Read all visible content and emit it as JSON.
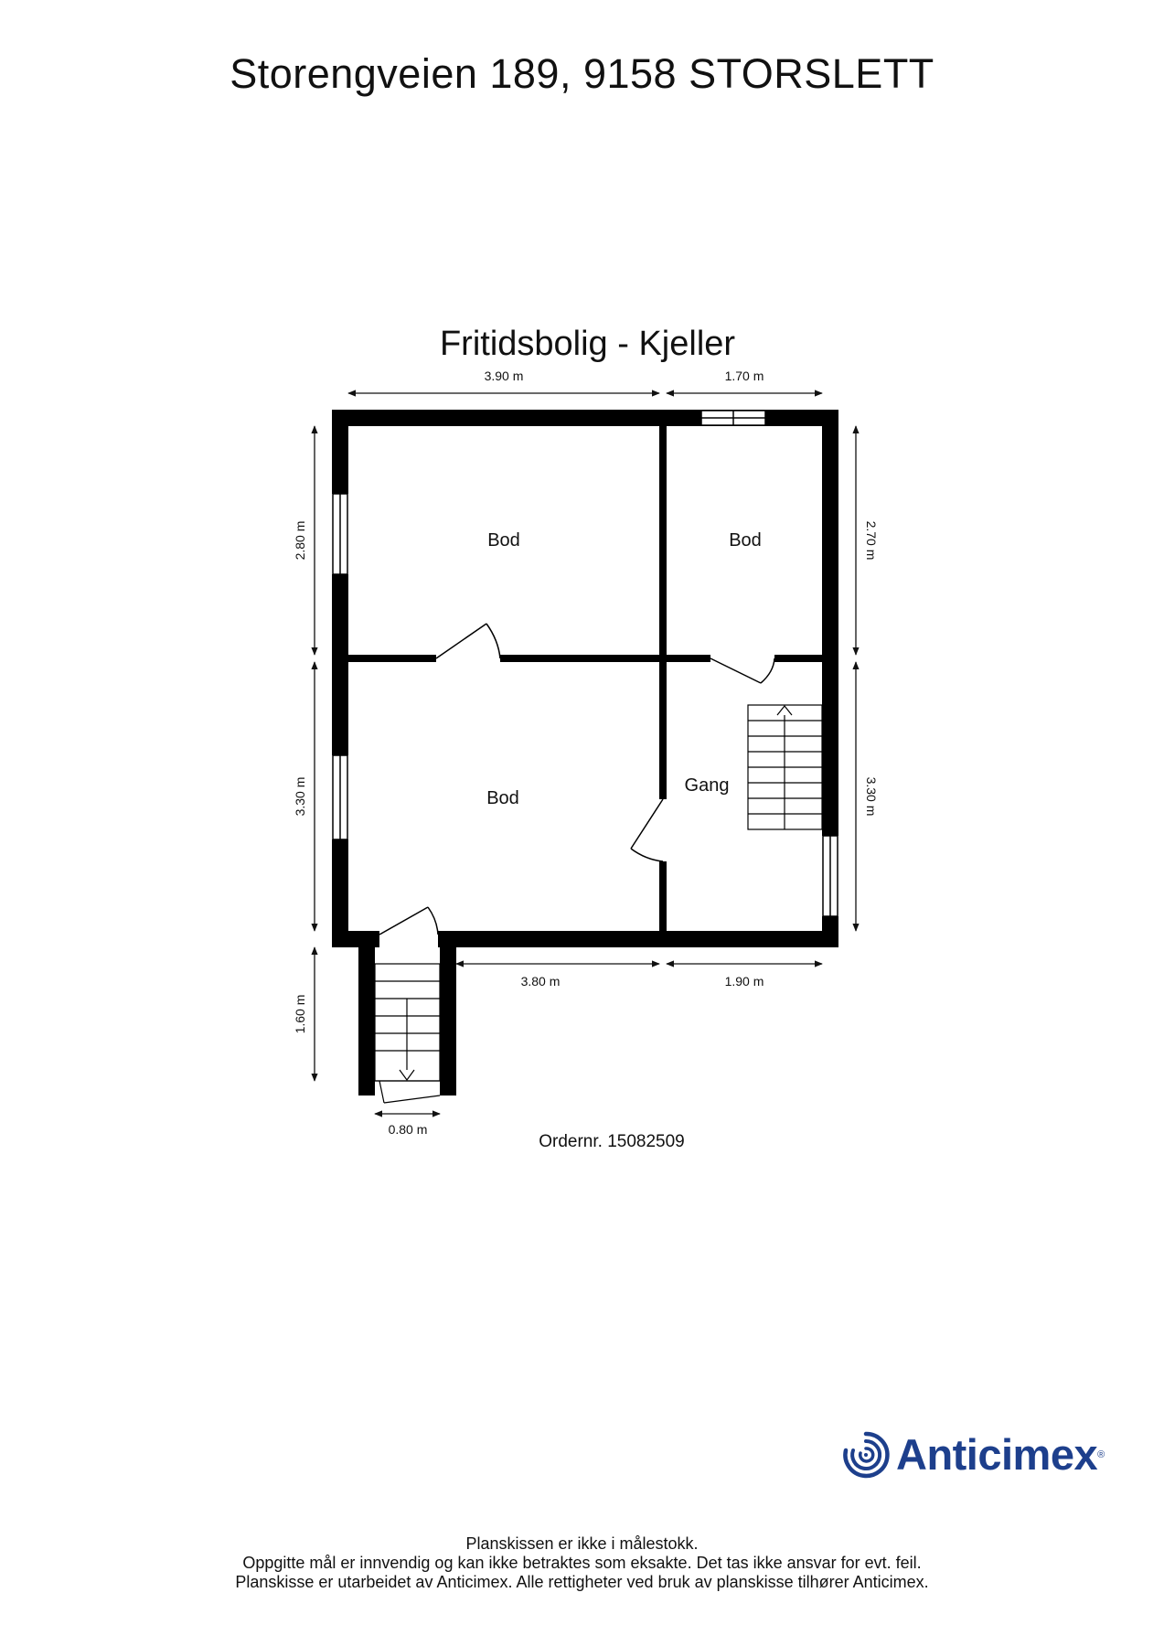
{
  "page": {
    "address": "Storengveien 189, 9158 STORSLETT"
  },
  "plan": {
    "title": "Fritidsbolig - Kjeller",
    "rooms": {
      "bod_top_left": "Bod",
      "bod_top_right": "Bod",
      "bod_bottom": "Bod",
      "gang": "Gang"
    },
    "dimensions": {
      "top_left": "3.90 m",
      "top_right": "1.70 m",
      "left_upper": "2.80 m",
      "left_lower": "3.30 m",
      "left_stair": "1.60 m",
      "right_upper": "2.70 m",
      "right_lower": "3.30 m",
      "bottom_mid": "3.80 m",
      "bottom_right": "1.90 m",
      "stair_width": "0.80 m"
    },
    "order_number": "Ordernr. 15082509"
  },
  "logo": {
    "name": "Anticimex",
    "icon": "anticimex-swirl-icon",
    "color": "#1d3f8c"
  },
  "footer": {
    "line1": "Planskissen er ikke i målestokk.",
    "line2": "Oppgitte mål er innvendig og kan ikke betraktes som eksakte. Det tas ikke ansvar for evt. feil.",
    "line3": "Planskisse er utarbeidet av Anticimex. Alle rettigheter ved bruk av planskisse tilhører Anticimex."
  }
}
